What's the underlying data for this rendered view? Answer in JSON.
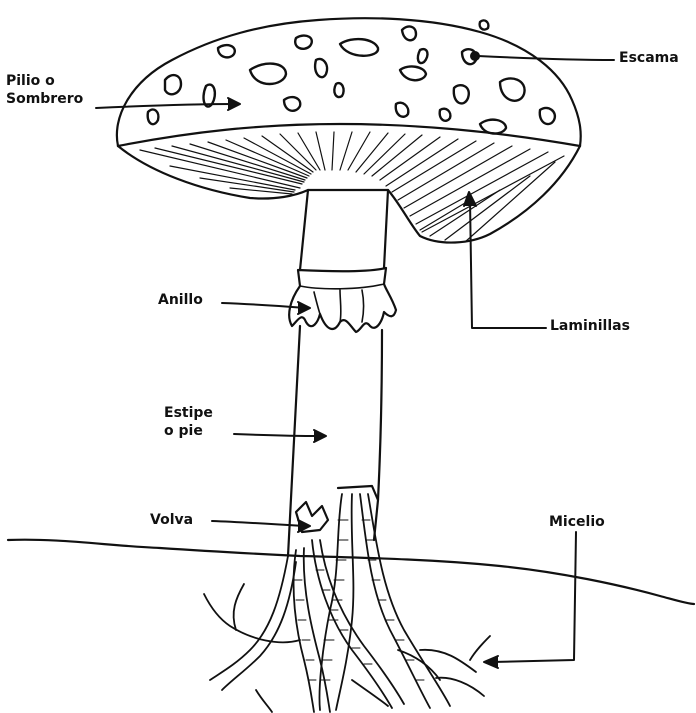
{
  "labels": {
    "pilio_line1": "Pilio o",
    "pilio_line2": "Sombrero",
    "escama": "Escama",
    "anillo": "Anillo",
    "laminillas": "Laminillas",
    "estipe_line1": "Estipe",
    "estipe_line2": "o pie",
    "volva": "Volva",
    "micelio": "Micelio"
  },
  "colors": {
    "ink": "#111111",
    "background": "#ffffff"
  }
}
